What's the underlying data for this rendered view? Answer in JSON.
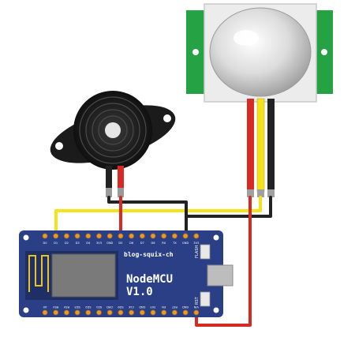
{
  "board": {
    "website": "blog-squix-ch",
    "name_line1": "NodeMCU",
    "name_line2": "V1.0",
    "flash_label": "FLASH",
    "rst_label": "RST",
    "top_pins": [
      "D0",
      "D1",
      "D2",
      "D3",
      "D4",
      "3V3",
      "GND",
      "D5",
      "D6",
      "D7",
      "D8",
      "RX",
      "TX",
      "GND",
      "3V3"
    ],
    "bottom_pins": [
      "A0",
      "RSV",
      "RSV",
      "SD3",
      "SD2",
      "SD1",
      "CMD",
      "SD0",
      "CLK",
      "GND",
      "3V3",
      "EN",
      "RST",
      "GND",
      "VIN"
    ]
  },
  "colors": {
    "board": "#2a3f86",
    "pir_body": "#f2f2f2",
    "pir_pcb": "#25a244",
    "wire_red": "#d62a22",
    "wire_black": "#222222",
    "wire_yellow": "#f5e21a",
    "buzzer": "#1b1b1b"
  }
}
